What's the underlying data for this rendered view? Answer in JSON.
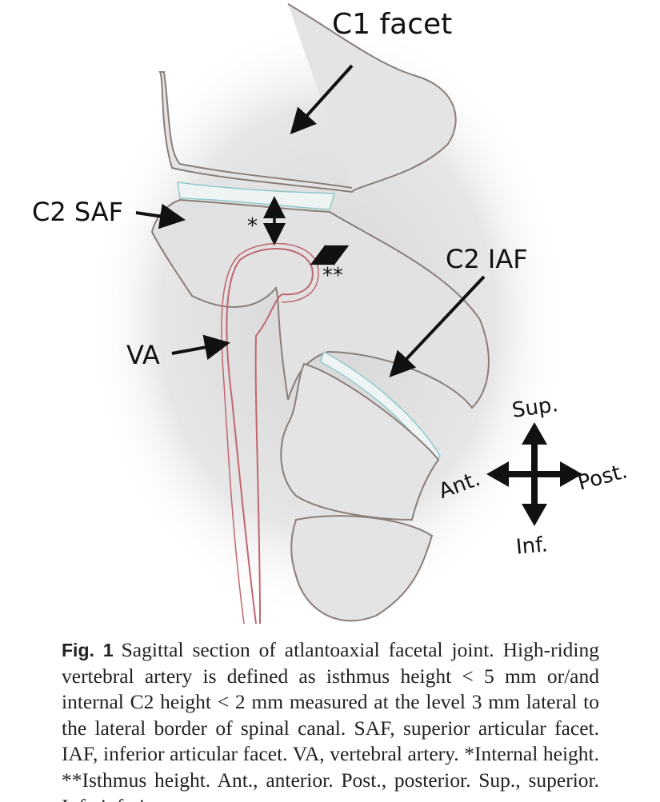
{
  "figure": {
    "labels": {
      "c1_facet": "C1 facet",
      "c2_saf": "C2 SAF",
      "c2_iaf": "C2 IAF",
      "va": "VA",
      "internal_height_mark": "*",
      "isthmus_height_mark": "**",
      "sup": "Sup.",
      "inf": "Inf.",
      "ant": "Ant.",
      "post": "Post."
    },
    "colors": {
      "bone_outline": "#8a7e78",
      "artery": "#c0666e",
      "cartilage": "#8fc8c8",
      "shading": "#d8d8d8"
    }
  },
  "caption": {
    "label": "Fig. 1",
    "text": "Sagittal section of atlantoaxial facetal joint. High-riding vertebral artery is defined as isthmus height < 5 mm or/and internal C2 height < 2 mm measured at the level 3 mm lateral to the lateral border of spinal canal. SAF, superior articular facet. IAF, inferior articular facet. VA, vertebral artery. *Internal height. **Isthmus height. Ant., anterior. Post., posterior. Sup., superior. Inf., inferior"
  }
}
